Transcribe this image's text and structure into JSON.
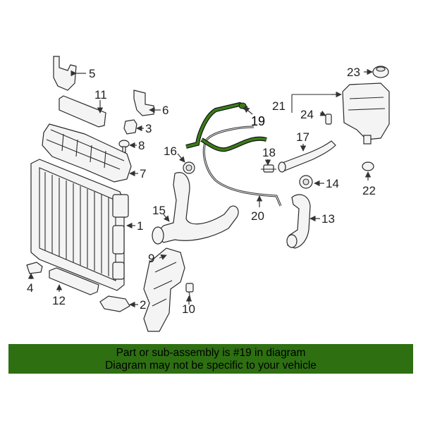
{
  "callouts": {
    "n1": "1",
    "n2": "2",
    "n3": "3",
    "n4": "4",
    "n5": "5",
    "n6": "6",
    "n7": "7",
    "n8": "8",
    "n9": "9",
    "n10": "10",
    "n11": "11",
    "n12": "12",
    "n13": "13",
    "n14": "14",
    "n15": "15",
    "n16": "16",
    "n17": "17",
    "n18": "18",
    "n19": "19",
    "n20": "20",
    "n21": "21",
    "n22": "22",
    "n23": "23",
    "n24": "24"
  },
  "highlight": {
    "part": "19",
    "color": "#3a7d1a"
  },
  "banner": {
    "line1": "Part or sub-assembly is #19 in diagram",
    "line2": "Diagram may not be specific to your vehicle",
    "color": "#2e6f12"
  }
}
